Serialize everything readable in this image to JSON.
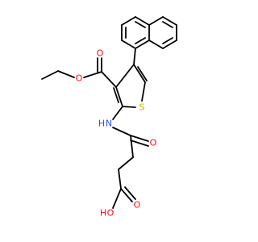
{
  "molecule": {
    "atoms": {
      "ester_o_carbonyl": {
        "text": "O",
        "color": "#ff0d0d"
      },
      "ester_o_ether": {
        "text": "O",
        "color": "#ff0d0d"
      },
      "thiophene_s": {
        "text": "S",
        "color": "#b8b800"
      },
      "amide_nh": {
        "text": "N",
        "color": "#3050f8"
      },
      "amide_h": {
        "text": "H",
        "color": "#3050f8"
      },
      "amide_o": {
        "text": "O",
        "color": "#ff0d0d"
      },
      "acid_o_carbonyl": {
        "text": "O",
        "color": "#ff0d0d"
      },
      "acid_oh_o": {
        "text": "O",
        "color": "#ff0d0d"
      },
      "acid_oh_h": {
        "text": "H",
        "color": "#ff0d0d"
      }
    },
    "bond_color": "#000000",
    "background": "#ffffff"
  }
}
